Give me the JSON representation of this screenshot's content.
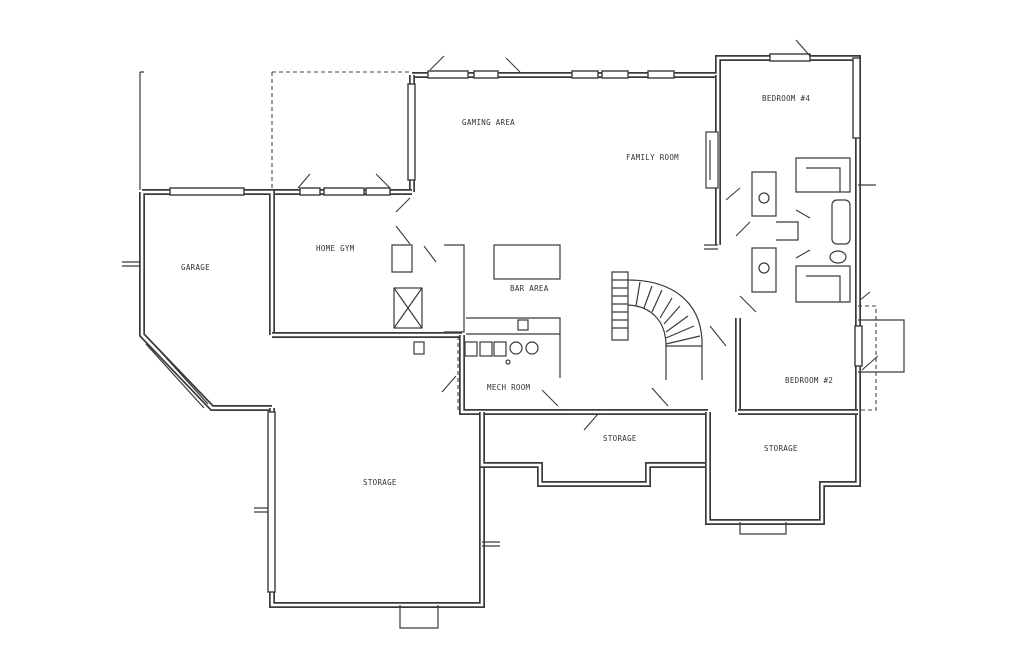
{
  "rooms": {
    "gaming_area": "GAMING AREA",
    "family_room": "FAMILY ROOM",
    "bedroom_4": "BEDROOM #4",
    "home_gym": "HOME GYM",
    "garage": "GARAGE",
    "bar_area": "BAR AREA",
    "mech_room": "MECH ROOM",
    "storage_center": "STORAGE",
    "storage_right": "STORAGE",
    "storage_main": "STORAGE",
    "bedroom_2": "BEDROOM #2"
  }
}
